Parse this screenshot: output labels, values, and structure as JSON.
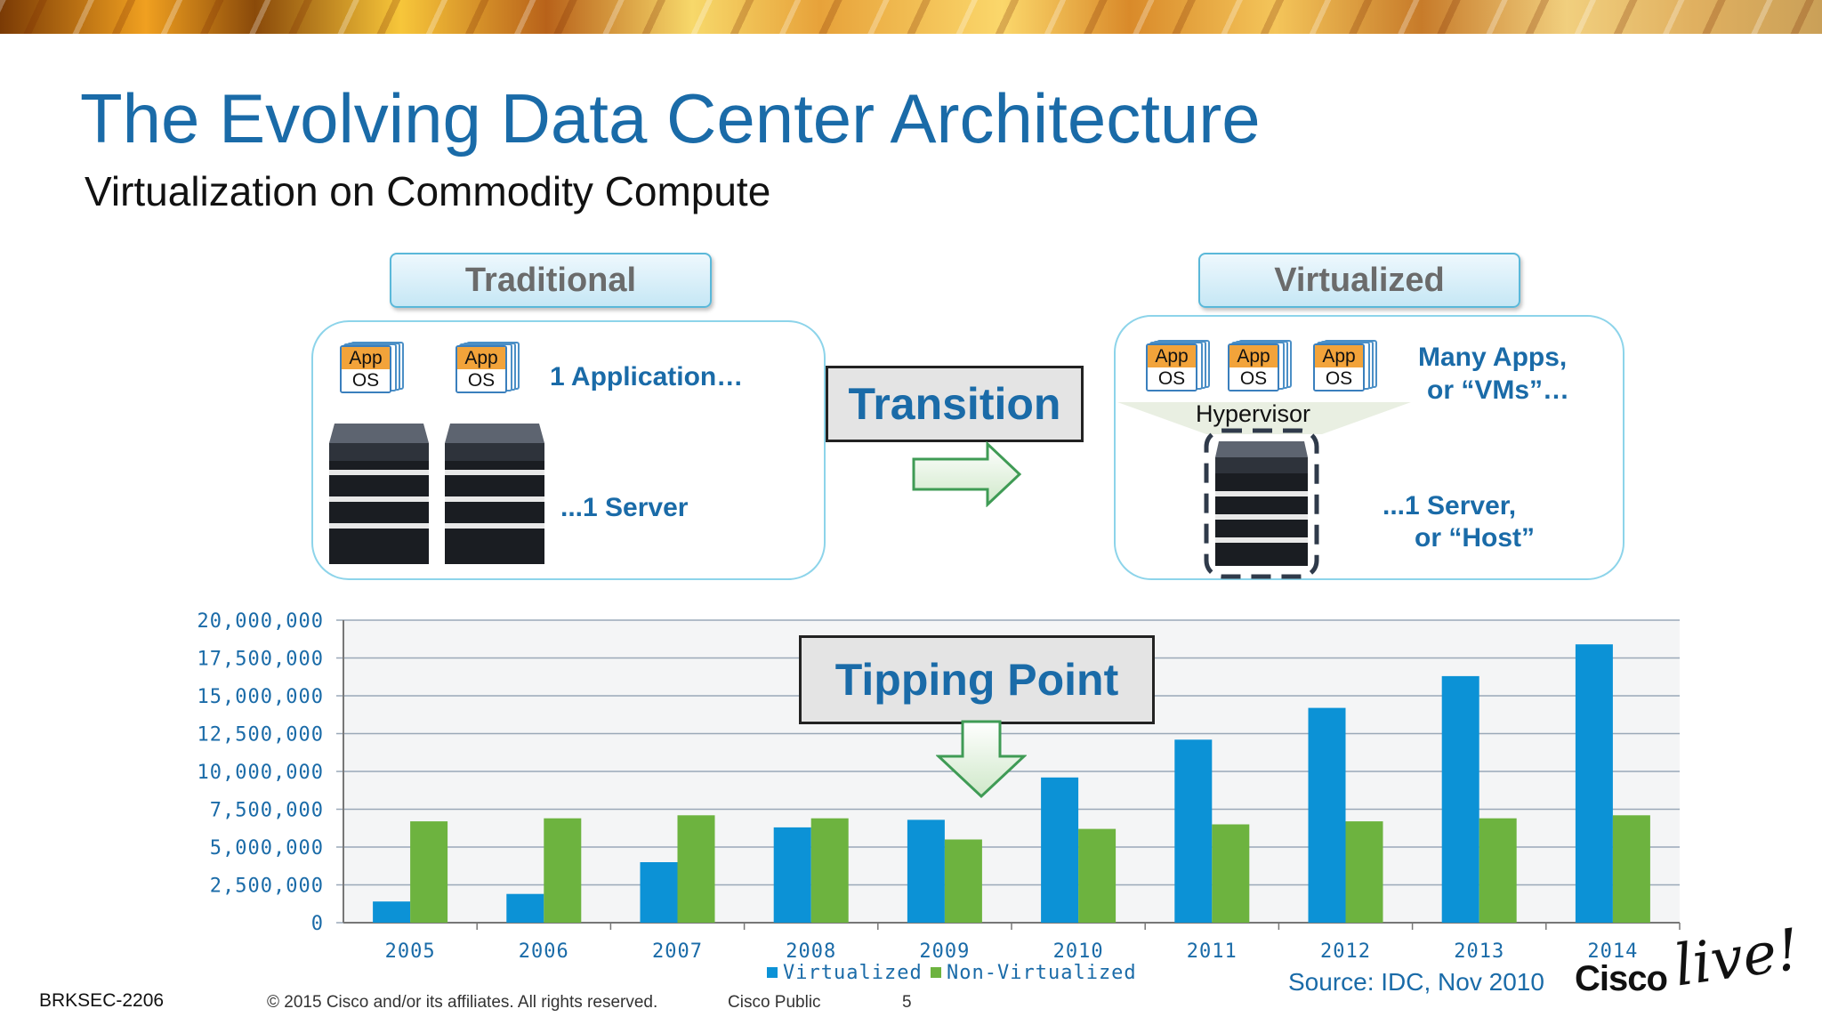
{
  "slide": {
    "title": "The Evolving Data Center Architecture",
    "subtitle": "Virtualization on Commodity Compute"
  },
  "traditional": {
    "label": "Traditional",
    "app_label": "App",
    "os_label": "OS",
    "line1": "1 Application…",
    "line2": "...1 Server"
  },
  "transition": {
    "label": "Transition"
  },
  "virtualized": {
    "label": "Virtualized",
    "app_label": "App",
    "os_label": "OS",
    "hypervisor": "Hypervisor",
    "apps_line1": "Many Apps,",
    "apps_line2": "or “VMs”…",
    "server_line1": "...1 Server,",
    "server_line2": "or “Host”"
  },
  "tipping_point": {
    "label": "Tipping Point"
  },
  "source": "Source: IDC, Nov 2010",
  "footer": {
    "code": "BRKSEC-2206",
    "copyright": "© 2015 Cisco and/or its affiliates. All rights reserved.",
    "classification": "Cisco Public",
    "page": "5"
  },
  "logo": {
    "word1": "Cisco",
    "word2": "live!"
  },
  "colors": {
    "accent": "#1a6ba8",
    "virtualized": "#0c92d6",
    "non_virtualized": "#6db33f",
    "grid": "#9aa8b8"
  },
  "chart_data": {
    "type": "bar",
    "categories": [
      "2005",
      "2006",
      "2007",
      "2008",
      "2009",
      "2010",
      "2011",
      "2012",
      "2013",
      "2014"
    ],
    "series": [
      {
        "name": "Virtualized",
        "values": [
          1400000,
          1900000,
          4000000,
          6300000,
          6800000,
          9600000,
          12100000,
          14200000,
          16300000,
          18400000
        ]
      },
      {
        "name": "Non-Virtualized",
        "values": [
          6700000,
          6900000,
          7100000,
          6900000,
          5500000,
          6200000,
          6500000,
          6700000,
          6900000,
          7100000
        ]
      }
    ],
    "y_ticks": [
      "0",
      "2,500,000",
      "5,000,000",
      "7,500,000",
      "10,000,000",
      "12,500,000",
      "15,000,000",
      "17,500,000",
      "20,000,000"
    ],
    "ylim": [
      0,
      20000000
    ],
    "grid": true,
    "legend_position": "bottom"
  }
}
